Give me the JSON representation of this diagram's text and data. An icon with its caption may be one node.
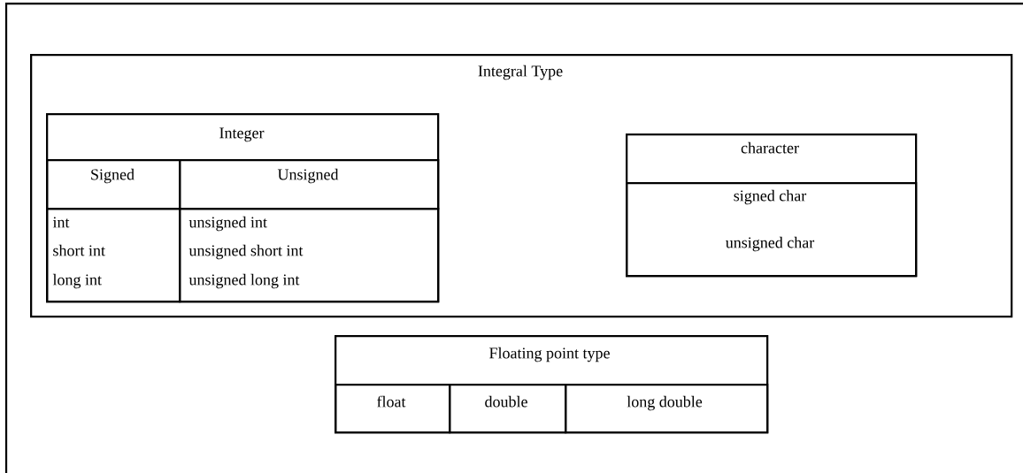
{
  "diagram": {
    "nodes": [
      {
        "text": [
          "Integral Type"
        ]
      },
      {
        "text": [
          "Integer"
        ],
        "in": 0
      },
      {
        "text": [
          "Signed"
        ],
        "in": 1
      },
      {
        "text": [
          "Unsigned"
        ],
        "in": 1
      },
      {
        "text": [
          "int",
          "short int",
          "long int"
        ],
        "in": 1
      },
      {
        "text": [
          "unsigned int",
          "unsigned short int",
          "unsigned long int"
        ],
        "in": 1
      },
      {
        "text": [
          "character"
        ],
        "in": 0
      },
      {
        "text": [
          "signed char",
          "unsigned char"
        ],
        "in": 6
      },
      {
        "text": [
          "Floating point type"
        ]
      },
      {
        "text": [
          "float"
        ],
        "in": 8
      },
      {
        "text": [
          "double"
        ],
        "in": 8
      },
      {
        "text": [
          "long double"
        ],
        "in": 8
      }
    ]
  }
}
